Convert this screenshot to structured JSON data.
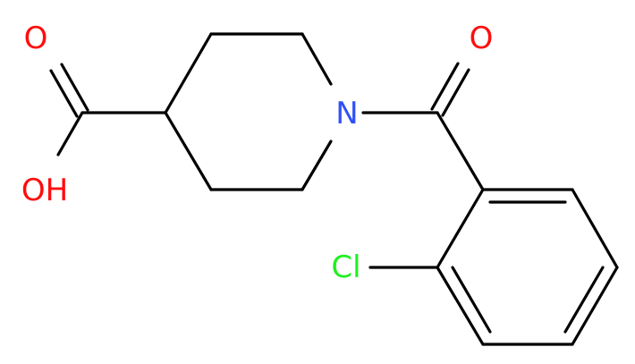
{
  "molecule": {
    "atoms": {
      "o_carbonyl": {
        "symbol": "O",
        "color": "#ff0d0d"
      },
      "oh": {
        "symbol": "OH",
        "color": "#ff0d0d"
      },
      "n": {
        "symbol": "N",
        "color": "#3050f8"
      },
      "o_ketone": {
        "symbol": "O",
        "color": "#ff0d0d"
      },
      "cl": {
        "symbol": "Cl",
        "color": "#1ff01f"
      }
    },
    "bond_color": "#000000"
  }
}
